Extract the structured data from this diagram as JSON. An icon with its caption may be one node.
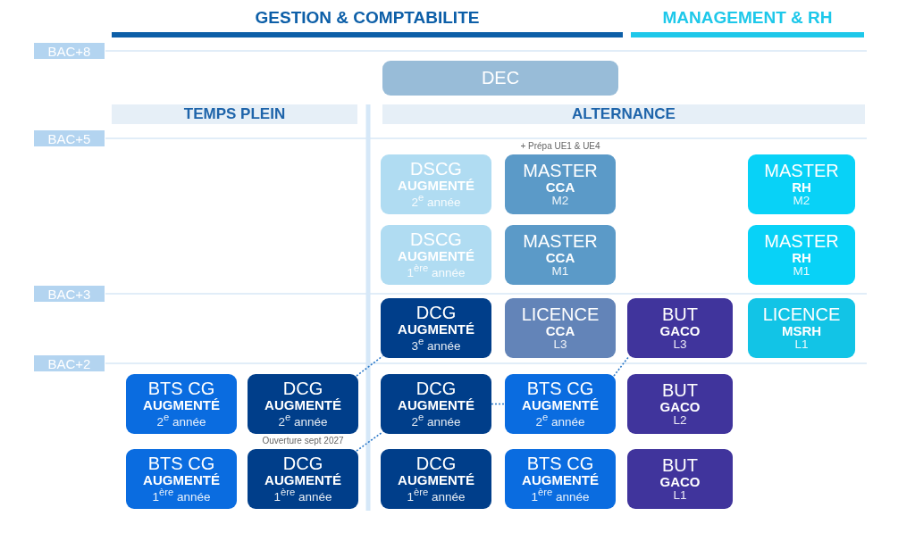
{
  "diagram": {
    "nodes": [
      {
        "text": [
          "BAC+8"
        ]
      },
      {
        "text": [
          "DEC"
        ]
      },
      {
        "text": [
          "TEMPS PLEIN"
        ]
      },
      {
        "text": [
          "ALTERNANCE"
        ]
      },
      {
        "text": [
          "BAC+5"
        ]
      },
      {
        "text": [
          "DSCG",
          "AUGMENTÉ",
          "2$^{e}$ année"
        ]
      },
      {
        "text": [
          "MASTER",
          "CCA",
          "M2"
        ],
        "beside": [
          "+ Prépa UE1 & UE4"
        ]
      },
      {
        "text": [
          "MASTER",
          "RH",
          "M2"
        ]
      },
      {
        "text": [
          "DSCG",
          "AUGMENTÉ",
          "1$^{ère}$ année"
        ]
      },
      {
        "text": [
          "MASTER",
          "CCA",
          "M1"
        ]
      },
      {
        "text": [
          "MASTER",
          "RH",
          "M1"
        ]
      },
      {
        "text": [
          "BAC+3"
        ]
      },
      {
        "text": [
          "DCG",
          "AUGMENTÉ",
          "3$^{e}$ année"
        ]
      },
      {
        "text": [
          "LICENCE",
          "CCA",
          "L3"
        ]
      },
      {
        "text": [
          "BUT",
          "GACO",
          "L3"
        ]
      },
      {
        "text": [
          "LICENCE",
          "MSRH",
          "L1"
        ]
      },
      {
        "text": [
          "BAC+2"
        ]
      },
      {
        "text": [
          "BTS CG",
          "AUGMENTÉ",
          "2$^{e}$ année"
        ]
      },
      {
        "text": [
          "DCG",
          "AUGMENTÉ",
          "2$^{e}$ année"
        ]
      },
      {
        "text": [
          "DCG",
          "AUGMENTÉ",
          "2$^{e}$ année"
        ]
      },
      {
        "text": [
          "BTS CG",
          "AUGMENTÉ",
          "2$^{e}$ année"
        ]
      },
      {
        "text": [
          "BUT",
          "GACO",
          "L2"
        ]
      },
      {
        "text": [
          "BTS CG",
          "AUGMENTÉ",
          "1$^{ère}$ année"
        ]
      },
      {
        "text": [
          "DCG",
          "AUGMENTÉ",
          "1$^{ère}$ année"
        ],
        "beside": [
          "Ouverture sept 2027"
        ]
      },
      {
        "text": [
          "DCG",
          "AUGMENTÉ",
          "1$^{ère}$ année"
        ]
      },
      {
        "text": [
          "BTS CG",
          "AUGMENTÉ",
          "1$^{ère}$ année"
        ]
      },
      {
        "text": [
          "BUT",
          "GACO",
          "L1"
        ]
      }
    ],
    "edges": [
      {
        "from": 18,
        "to": 12,
        "arrow": "none",
        "style": "dashed"
      },
      {
        "from": 23,
        "to": 19,
        "arrow": "none",
        "style": "dashed"
      },
      {
        "from": 19,
        "to": 20,
        "arrow": "none",
        "style": "dashed"
      },
      {
        "from": 20,
        "to": 14,
        "arrow": "none",
        "style": "dashed"
      }
    ],
    "labels": [
      "GESTION & COMPTABILITE",
      "MANAGEMENT & RH"
    ]
  }
}
